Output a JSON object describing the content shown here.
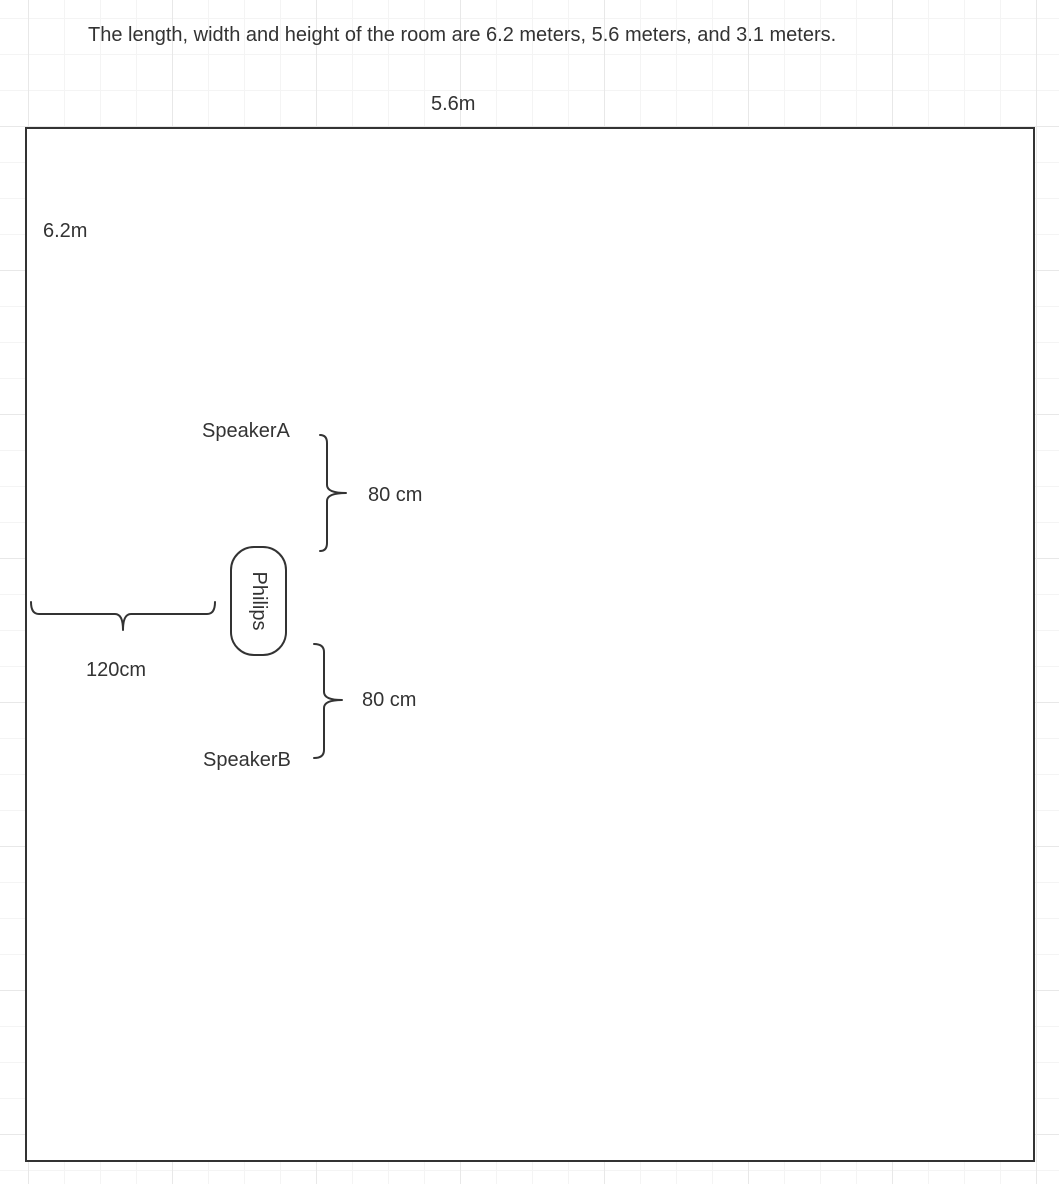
{
  "diagram": {
    "title": "The length, width and height of the room are 6.2 meters, 5.6 meters, and 3.1 meters.",
    "room": {
      "width_label": "5.6m",
      "length_label": "6.2m"
    },
    "tv": {
      "label": "Philips"
    },
    "speakers": {
      "a_label": "SpeakerA",
      "b_label": "SpeakerB"
    },
    "dimensions": {
      "speaker_a_gap": "80 cm",
      "speaker_b_gap": "80 cm",
      "wall_distance": "120cm"
    },
    "colors": {
      "stroke": "#333333",
      "grid": "#e8e8e8",
      "background": "#ffffff"
    }
  }
}
